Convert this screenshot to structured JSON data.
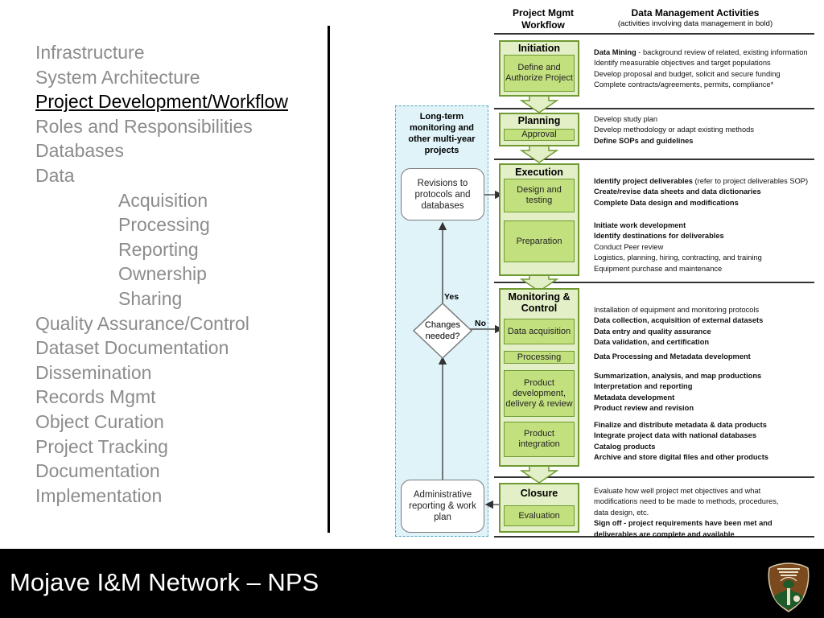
{
  "nav": {
    "items": [
      {
        "label": "Infrastructure",
        "sub": false,
        "current": false
      },
      {
        "label": "System Architecture",
        "sub": false,
        "current": false
      },
      {
        "label": "Project Development/Workflow",
        "sub": false,
        "current": true
      },
      {
        "label": "Roles and Responsibilities",
        "sub": false,
        "current": false
      },
      {
        "label": "Databases",
        "sub": false,
        "current": false
      },
      {
        "label": "Data",
        "sub": false,
        "current": false
      },
      {
        "label": "Acquisition",
        "sub": true,
        "current": false
      },
      {
        "label": "Processing",
        "sub": true,
        "current": false
      },
      {
        "label": "Reporting",
        "sub": true,
        "current": false
      },
      {
        "label": "Ownership",
        "sub": true,
        "current": false
      },
      {
        "label": "Sharing",
        "sub": true,
        "current": false
      },
      {
        "label": "Quality Assurance/Control",
        "sub": false,
        "current": false
      },
      {
        "label": "Dataset Documentation",
        "sub": false,
        "current": false
      },
      {
        "label": "Dissemination",
        "sub": false,
        "current": false
      },
      {
        "label": "Records Mgmt",
        "sub": false,
        "current": false
      },
      {
        "label": "Object Curation",
        "sub": false,
        "current": false
      },
      {
        "label": "Project Tracking",
        "sub": false,
        "current": false
      },
      {
        "label": "Documentation",
        "sub": false,
        "current": false
      },
      {
        "label": "Implementation",
        "sub": false,
        "current": false
      }
    ]
  },
  "footer": {
    "title": "Mojave I&M Network – NPS",
    "logo_icon": "nps-arrowhead-icon"
  },
  "colors": {
    "phase_fill": "#e3efc6",
    "phase_border": "#6f9a32",
    "step_fill": "#c3e07f",
    "longterm_fill": "#dff3f8",
    "longterm_border": "#5aa9c2",
    "footer_bg": "#000000"
  },
  "diagram": {
    "header_workflow": [
      "Project Mgmt",
      "Workflow"
    ],
    "header_activities": "Data Management Activities",
    "header_activities_note": "(activities involving data management in bold)",
    "longterm_title": "Long-term monitoring and other multi-year projects",
    "revisions_box": "Revisions to protocols and databases",
    "admin_box": "Administrative reporting & work plan",
    "decision": "Changes needed?",
    "yes_label": "Yes",
    "no_label": "No",
    "phases": {
      "initiation": {
        "title": "Initiation",
        "step": "Define and Authorize Project"
      },
      "planning": {
        "title": "Planning",
        "step": "Approval"
      },
      "execution": {
        "title": "Execution",
        "step1": "Design and testing",
        "step2": "Preparation"
      },
      "monitoring": {
        "title": "Monitoring & Control",
        "step1": "Data acquisition",
        "step2": "Processing",
        "step3": "Product development, delivery & review",
        "step4": "Product integration"
      },
      "closure": {
        "title": "Closure",
        "step": "Evaluation"
      }
    },
    "activities": {
      "initiation": [
        [
          {
            "t": "Data Mining",
            "b": true
          },
          {
            "t": " - background review of related, existing information",
            "b": false
          }
        ],
        [
          {
            "t": "Identify measurable objectives and target populations",
            "b": false
          }
        ],
        [
          {
            "t": "Develop proposal and budget, solicit and secure funding",
            "b": false
          }
        ],
        [
          {
            "t": "Complete contracts/agreements, permits, compliance*",
            "b": false
          }
        ]
      ],
      "planning": [
        [
          {
            "t": "Develop study plan",
            "b": false
          }
        ],
        [
          {
            "t": "Develop methodology or adapt existing methods",
            "b": false
          }
        ],
        [
          {
            "t": "Define SOPs and guidelines",
            "b": true
          }
        ]
      ],
      "execution_a": [
        [
          {
            "t": "Identify project deliverables",
            "b": true
          },
          {
            "t": " (refer to project deliverables SOP)",
            "b": false
          }
        ],
        [
          {
            "t": "Create/revise data sheets and data dictionaries",
            "b": true
          }
        ],
        [
          {
            "t": "Complete Data design and modifications",
            "b": true
          }
        ]
      ],
      "execution_b": [
        [
          {
            "t": "Initiate work development",
            "b": true
          }
        ],
        [
          {
            "t": "Identify destinations for deliverables",
            "b": true
          }
        ],
        [
          {
            "t": "Conduct Peer review",
            "b": false
          }
        ],
        [
          {
            "t": "Logistics, planning, hiring, contracting, and training",
            "b": false
          }
        ],
        [
          {
            "t": "Equipment purchase and maintenance",
            "b": false
          }
        ]
      ],
      "monitoring_a": [
        [
          {
            "t": "Installation of equipment and monitoring protocols",
            "b": false
          }
        ],
        [
          {
            "t": "Data collection, acquisition of external datasets",
            "b": true
          }
        ],
        [
          {
            "t": "Data entry and quality assurance",
            "b": true
          }
        ],
        [
          {
            "t": "Data validation, and certification",
            "b": true
          }
        ]
      ],
      "monitoring_b": [
        [
          {
            "t": "Data Processing and Metadata development",
            "b": true
          }
        ]
      ],
      "monitoring_c": [
        [
          {
            "t": "Summarization, analysis, and map productions",
            "b": true
          }
        ],
        [
          {
            "t": "Interpretation and reporting",
            "b": true
          }
        ],
        [
          {
            "t": "Metadata development",
            "b": true
          }
        ],
        [
          {
            "t": "Product review and revision",
            "b": true
          }
        ]
      ],
      "monitoring_d": [
        [
          {
            "t": "Finalize and distribute metadata & data products",
            "b": true
          }
        ],
        [
          {
            "t": "Integrate project data with national databases",
            "b": true
          }
        ],
        [
          {
            "t": "Catalog products",
            "b": true
          }
        ],
        [
          {
            "t": "Archive and store digital files and other products",
            "b": true
          }
        ]
      ],
      "closure": [
        [
          {
            "t": "Evaluate how well project met objectives and what",
            "b": false
          }
        ],
        [
          {
            "t": "modifications need to be made to methods, procedures,",
            "b": false
          }
        ],
        [
          {
            "t": "data design, etc.",
            "b": false
          }
        ],
        [
          {
            "t": "Sign off - project requirements have been met and",
            "b": true
          }
        ],
        [
          {
            "t": "deliverables are complete and available",
            "b": true
          }
        ]
      ]
    }
  }
}
